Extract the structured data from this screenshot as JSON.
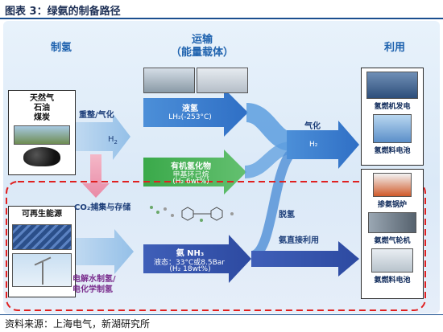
{
  "figure": {
    "title": "图表 3：绿氨的制备路径",
    "source": "资料来源：上海电气，新湖研究所"
  },
  "sections": {
    "production": "制氢",
    "transport": "运输",
    "transport_sub": "（能量载体）",
    "utilization": "利用"
  },
  "sources": {
    "fossil": [
      "天然气",
      "石油",
      "煤炭"
    ],
    "renewable": "可再生能源"
  },
  "routes": {
    "reforming": "重整/气化",
    "h2_left": "H",
    "h2_left_sub": "2",
    "co2": "CO₂捕集与存储",
    "electrolysis": [
      "电解水制氢/",
      "电化学制氢"
    ],
    "liquid_h2": "液氢",
    "liquid_h2_spec": "LH₂(-253°C)",
    "organic": "有机氢化物",
    "organic_sub": "甲基环己烷",
    "organic_spec": "(H₂ 6wt%)",
    "ammonia": "氨 NH₃",
    "ammonia_spec": "液态：33°C或8.5Bar",
    "ammonia_h2": "(H₂ 18wt%)",
    "gasify": "气化",
    "h2_right": "H₂",
    "dehydro": "脱氢",
    "direct_use": "氨直接利用"
  },
  "uses": {
    "top": [
      "氢燃机发电",
      "氢燃料电池"
    ],
    "bottom": [
      "掺氨锅炉",
      "氨燃气轮机",
      "氨燃料电池"
    ]
  }
}
